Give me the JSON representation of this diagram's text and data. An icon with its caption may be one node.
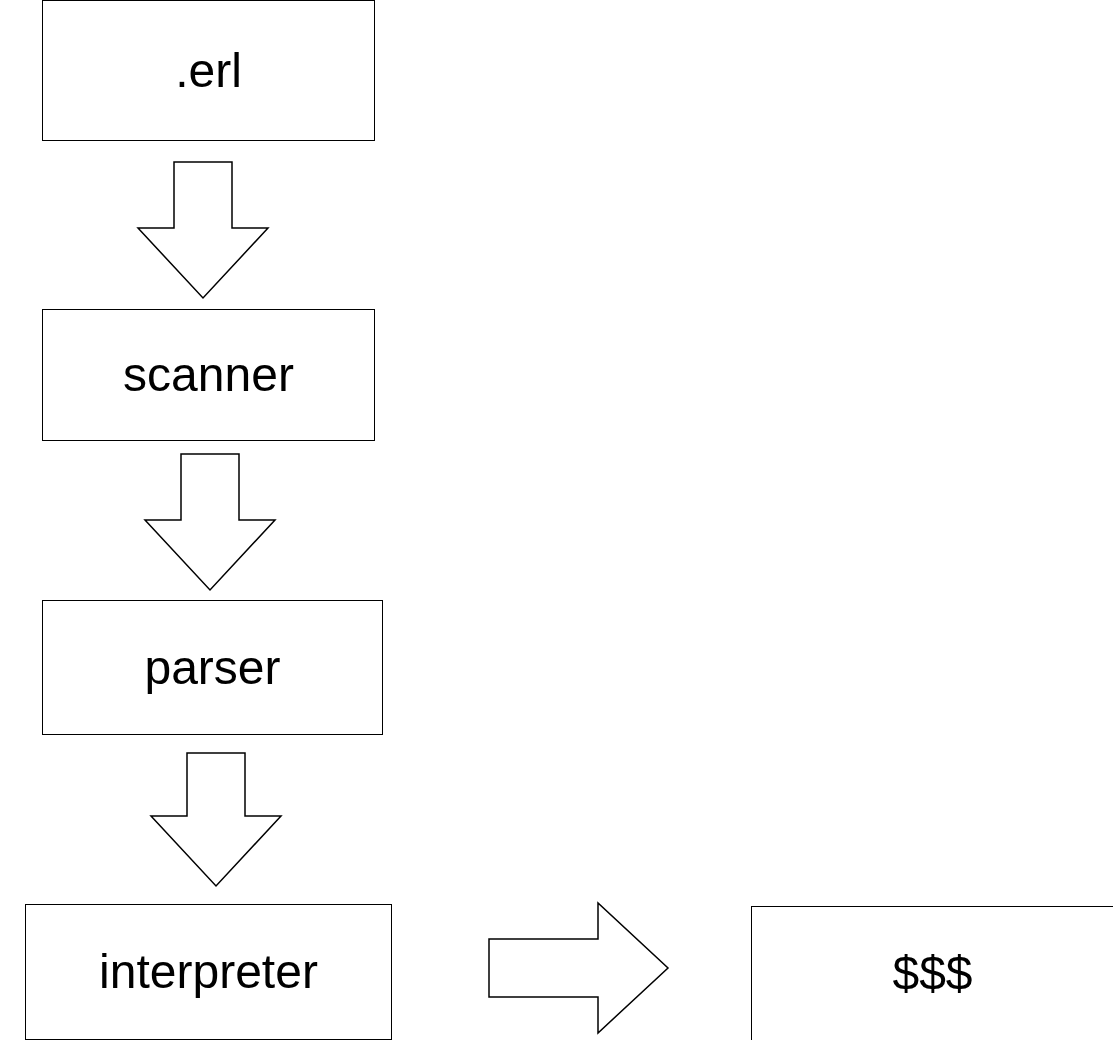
{
  "diagram": {
    "nodes": [
      {
        "text": [
          ".erl"
        ]
      },
      {
        "text": [
          "scanner"
        ]
      },
      {
        "text": [
          "parser"
        ]
      },
      {
        "text": [
          "interpreter"
        ]
      },
      {
        "text": [
          "$$$"
        ]
      }
    ],
    "edges": [
      {
        "from": 0,
        "to": 1,
        "arrow": "to"
      },
      {
        "from": 1,
        "to": 2,
        "arrow": "to"
      },
      {
        "from": 2,
        "to": 3,
        "arrow": "to"
      },
      {
        "from": 3,
        "to": 4,
        "arrow": "to"
      }
    ]
  }
}
